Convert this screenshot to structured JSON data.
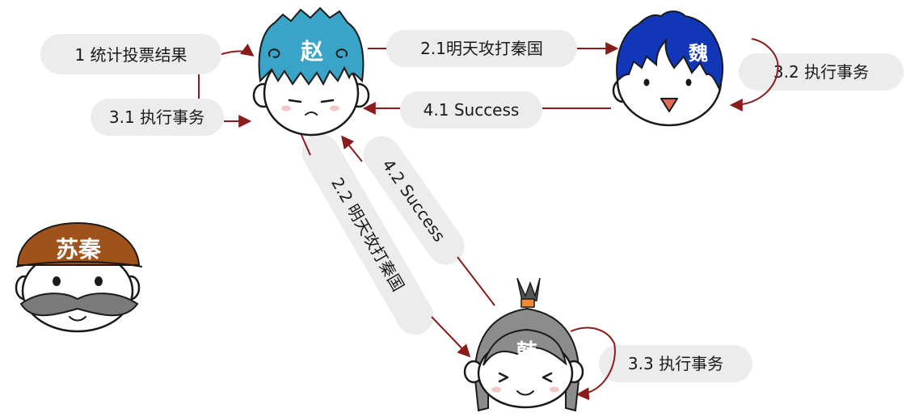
{
  "characters": {
    "zhao": {
      "name": "赵",
      "hair_color": "#3aa3c8"
    },
    "wei": {
      "name": "魏",
      "hair_color": "#1136b8"
    },
    "han": {
      "name": "韩",
      "hair_color": "#8c8c8c"
    },
    "su_qin": {
      "name": "苏秦",
      "hat_color": "#a0521b"
    }
  },
  "steps": {
    "s1": "1 统计投票结果",
    "s21": "2.1明天攻打秦国",
    "s22": "2.2 明天攻打秦国",
    "s31": "3.1 执行事务",
    "s32": "3.2 执行事务",
    "s33": "3.3 执行事务",
    "s41": "4.1 Success",
    "s42": "4.2 Success"
  },
  "colors": {
    "arrow": "#8b1c1c",
    "pill": "#ececec"
  }
}
